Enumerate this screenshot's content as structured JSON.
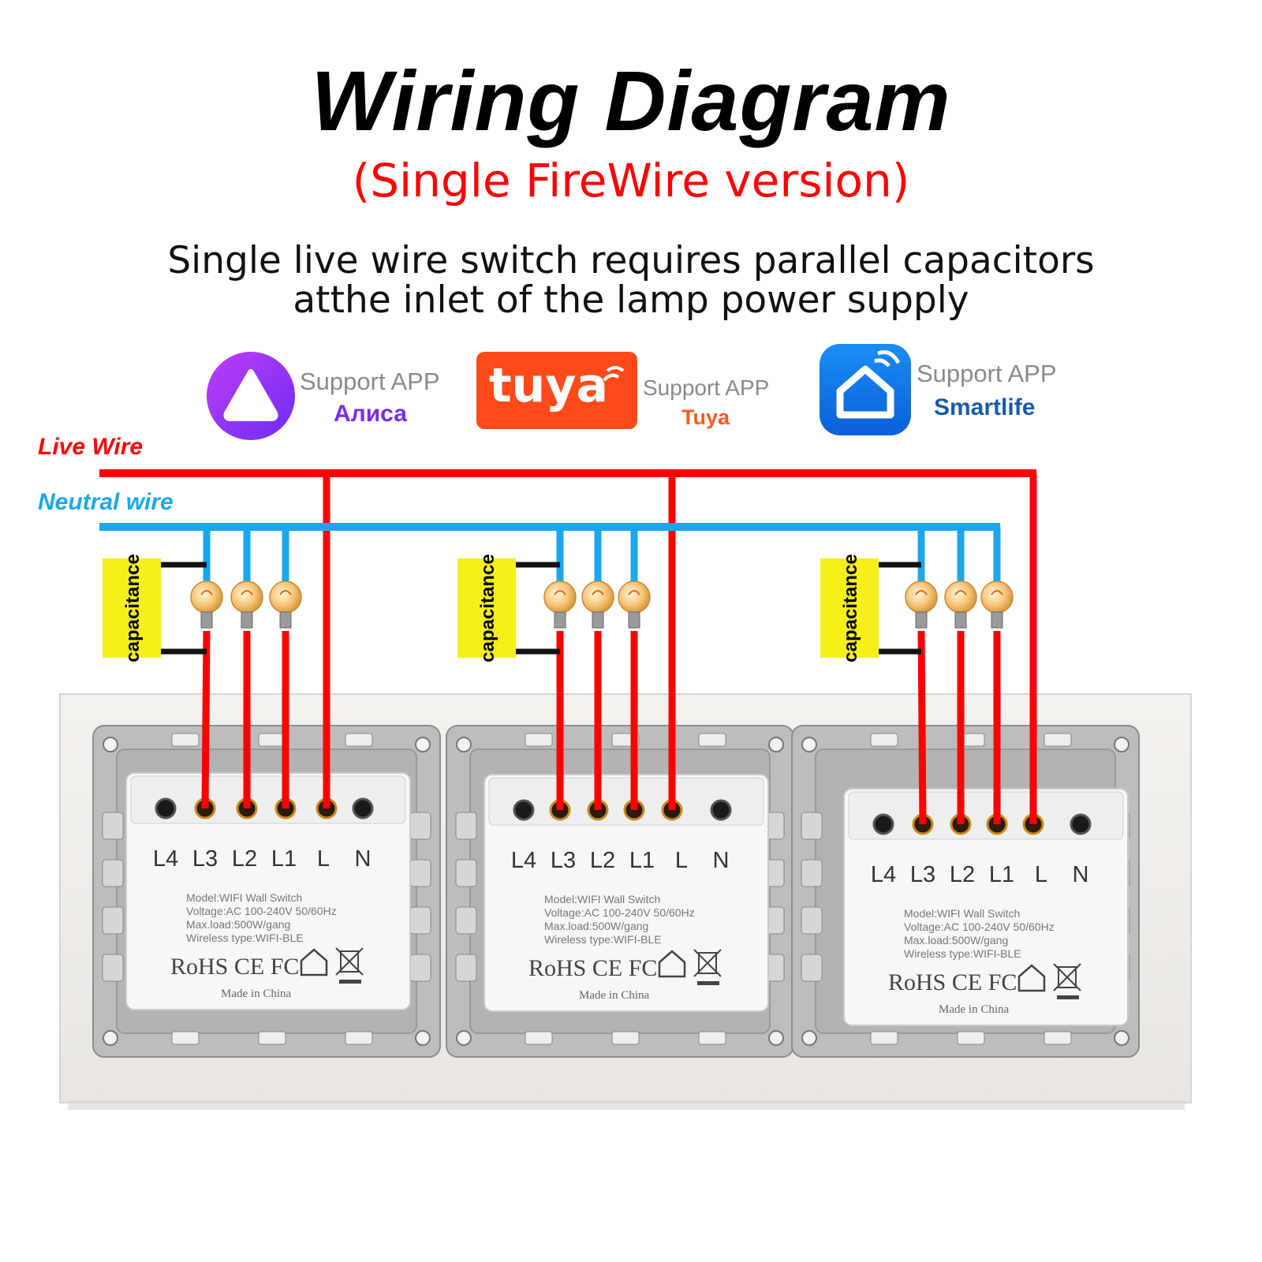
{
  "header": {
    "title": "Wiring Diagram",
    "subtitle": "(Single FireWire version)",
    "description_line1": "Single live wire switch requires parallel capacitors",
    "description_line2": "atthe inlet of the lamp power supply"
  },
  "apps": [
    {
      "label": "Support APP",
      "name": "Алиса",
      "name_color": "#7a2cf0",
      "icon": "alisa-logo-icon"
    },
    {
      "label": "Support APP",
      "name": "Tuya",
      "name_color": "#ff5a1f",
      "icon": "tuya-logo-icon",
      "logo_text": "tuya"
    },
    {
      "label": "Support APP",
      "name": "Smartlife",
      "name_color": "#1b5aa8",
      "icon": "smartlife-logo-icon"
    }
  ],
  "wires": {
    "live_label": "Live Wire",
    "neutral_label": "Neutral wire",
    "live_color": "#ff0000",
    "neutral_color": "#1aa7ee"
  },
  "capacitor_label": "capacitance",
  "module": {
    "terminals": [
      "L4",
      "L3",
      "L2",
      "L1",
      "L",
      "N"
    ],
    "spec_model": "Model:WIFI Wall Switch",
    "spec_voltage": "Voltage:AC 100-240V 50/60Hz",
    "spec_load": "Max.load:500W/gang",
    "spec_wireless": "Wireless type:WIFI-BLE",
    "certifications": "RoHS CE FC",
    "made_in": "Made in China"
  }
}
